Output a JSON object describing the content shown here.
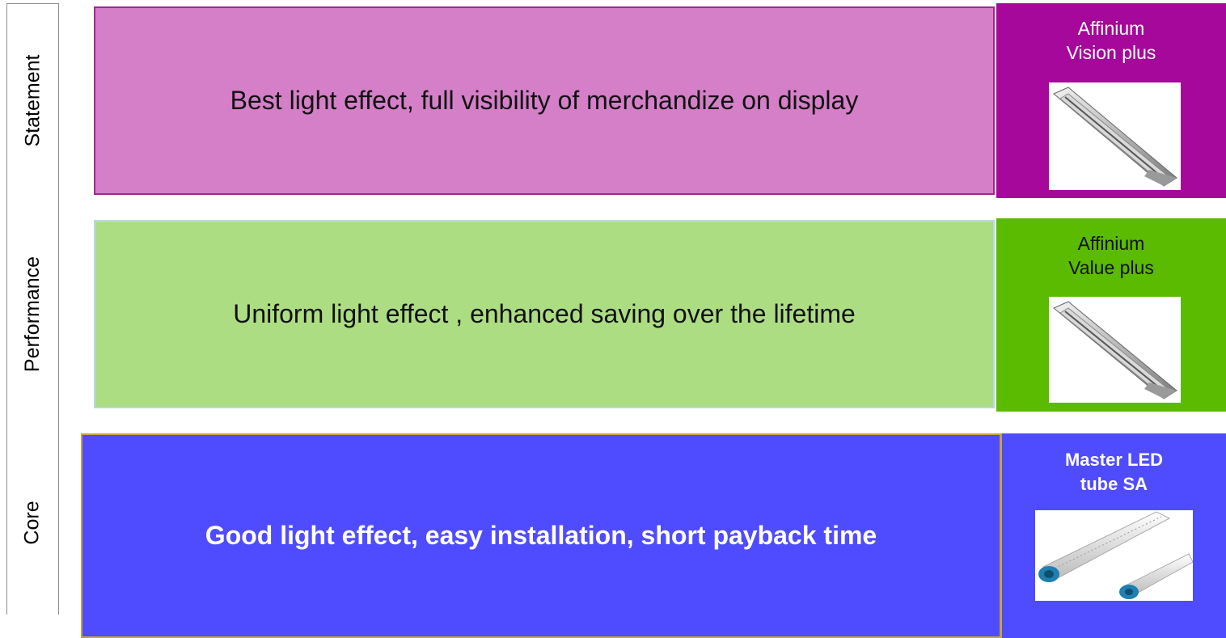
{
  "tiers": {
    "statement": {
      "label": "Statement",
      "description": "Best light effect, full visibility of merchandize on display",
      "product_name": "Affinium\nVision plus",
      "color": "#d47fc8",
      "accent": "#a5089a"
    },
    "performance": {
      "label": "Performance",
      "description": "Uniform light effect , enhanced saving over the lifetime",
      "product_name": "Affinium\nValue plus",
      "color": "#addd82",
      "accent": "#5abb00"
    },
    "core": {
      "label": "Core",
      "description": "Good light effect, easy installation, short payback time",
      "product_name": "Master LED\ntube SA",
      "color": "#4f4cff",
      "accent": "#4f4cff"
    }
  }
}
